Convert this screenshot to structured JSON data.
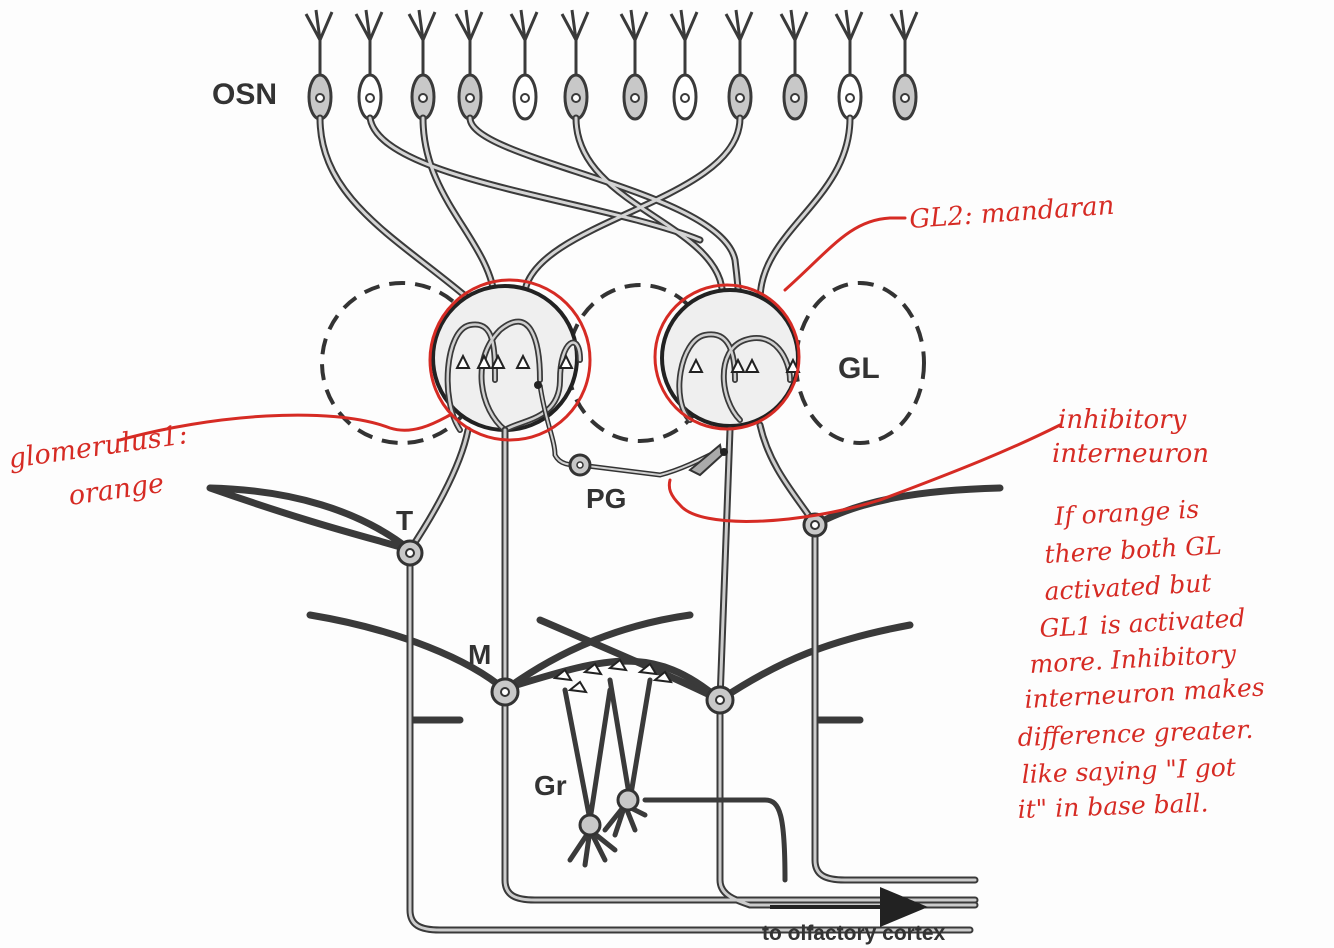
{
  "labels": {
    "osn": "OSN",
    "gl": "GL",
    "pg": "PG",
    "t": "T",
    "m": "M",
    "gr": "Gr",
    "output": "to olfactory cortex"
  },
  "annotations": {
    "gl2": "GL2: mandaran",
    "glomerulus": [
      "glomerulus1:",
      "orange"
    ],
    "interneuron": [
      "inhibitory",
      "interneuron"
    ],
    "explanation": [
      "If orange is",
      "there both GL",
      "activated but",
      "GL1 is activated",
      "more. Inhibitory",
      "interneuron makes",
      "difference greater.",
      "like saying \"I got",
      "it\" in base ball."
    ]
  },
  "colors": {
    "ink": "#333333",
    "neuron_fill": "#c8c8c8",
    "neuron_stroke": "#3a3a3a",
    "annotation": "#d62b24"
  }
}
